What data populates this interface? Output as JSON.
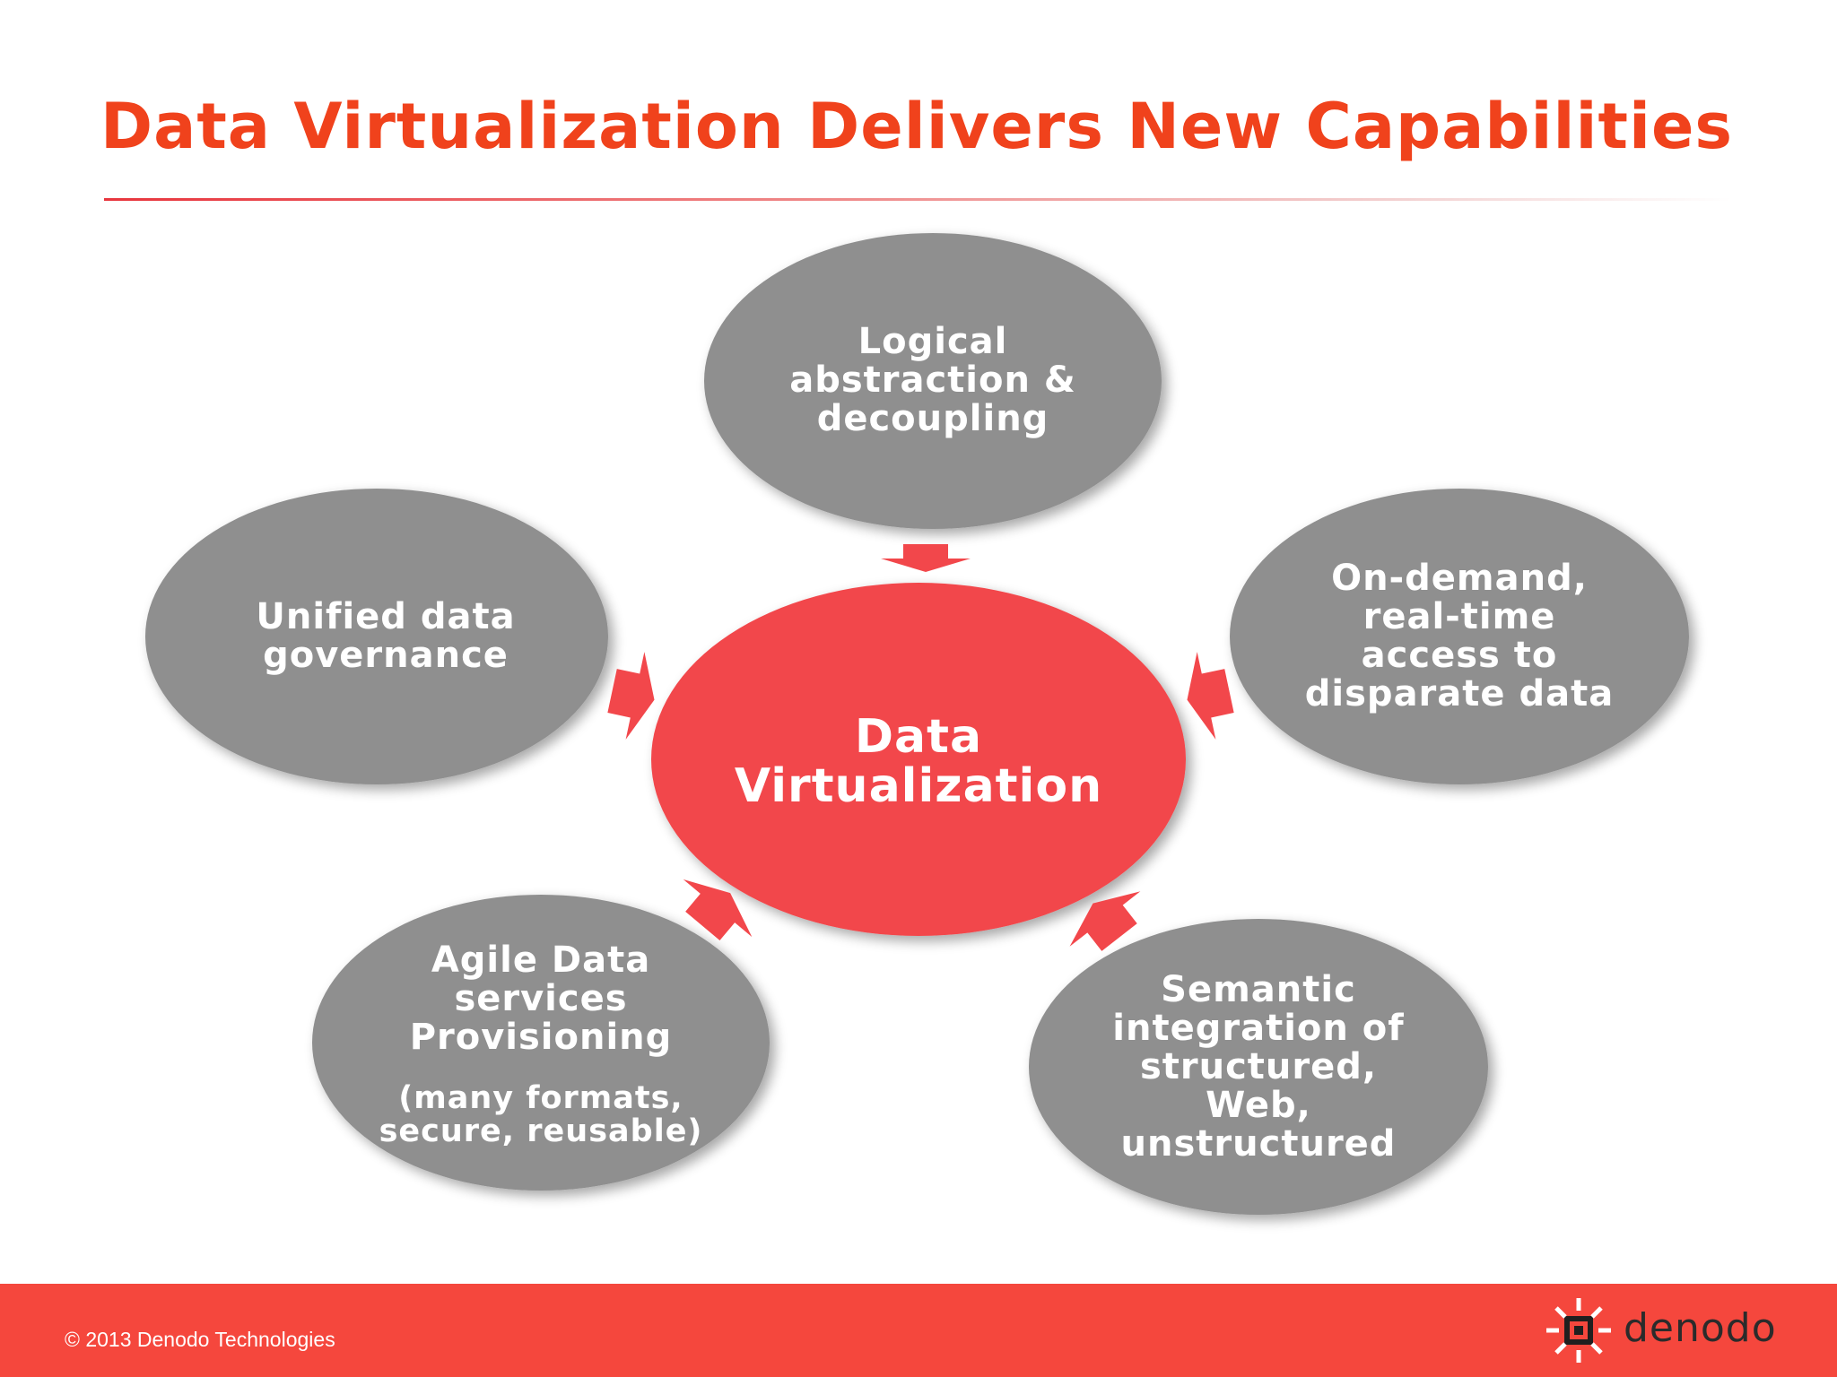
{
  "slide": {
    "title": "Data Virtualization Delivers New Capabilities"
  },
  "diagram": {
    "center": {
      "lines": [
        "Data",
        "Virtualization"
      ]
    },
    "nodes": {
      "top": {
        "lines": [
          "Logical",
          "abstraction &",
          "decoupling"
        ]
      },
      "left": {
        "lines": [
          "Unified data",
          "governance"
        ]
      },
      "right": {
        "lines": [
          "On-demand,",
          "real-time",
          "access to",
          "disparate data"
        ]
      },
      "bottom_left": {
        "lines": [
          "Agile Data",
          "services",
          "Provisioning"
        ],
        "sub_lines": [
          "(many formats,",
          "secure, reusable)"
        ]
      },
      "bottom_right": {
        "lines": [
          "Semantic",
          "integration of",
          "structured,",
          "Web,",
          "unstructured"
        ]
      }
    },
    "colors": {
      "node_fill": "#8f8f8f",
      "center_fill": "#f2474b",
      "arrow_fill": "#f2474b",
      "text": "#ffffff"
    }
  },
  "footer": {
    "copyright": "© 2013 Denodo Technologies",
    "logo_text": "denodo",
    "background": "#f5473d"
  }
}
